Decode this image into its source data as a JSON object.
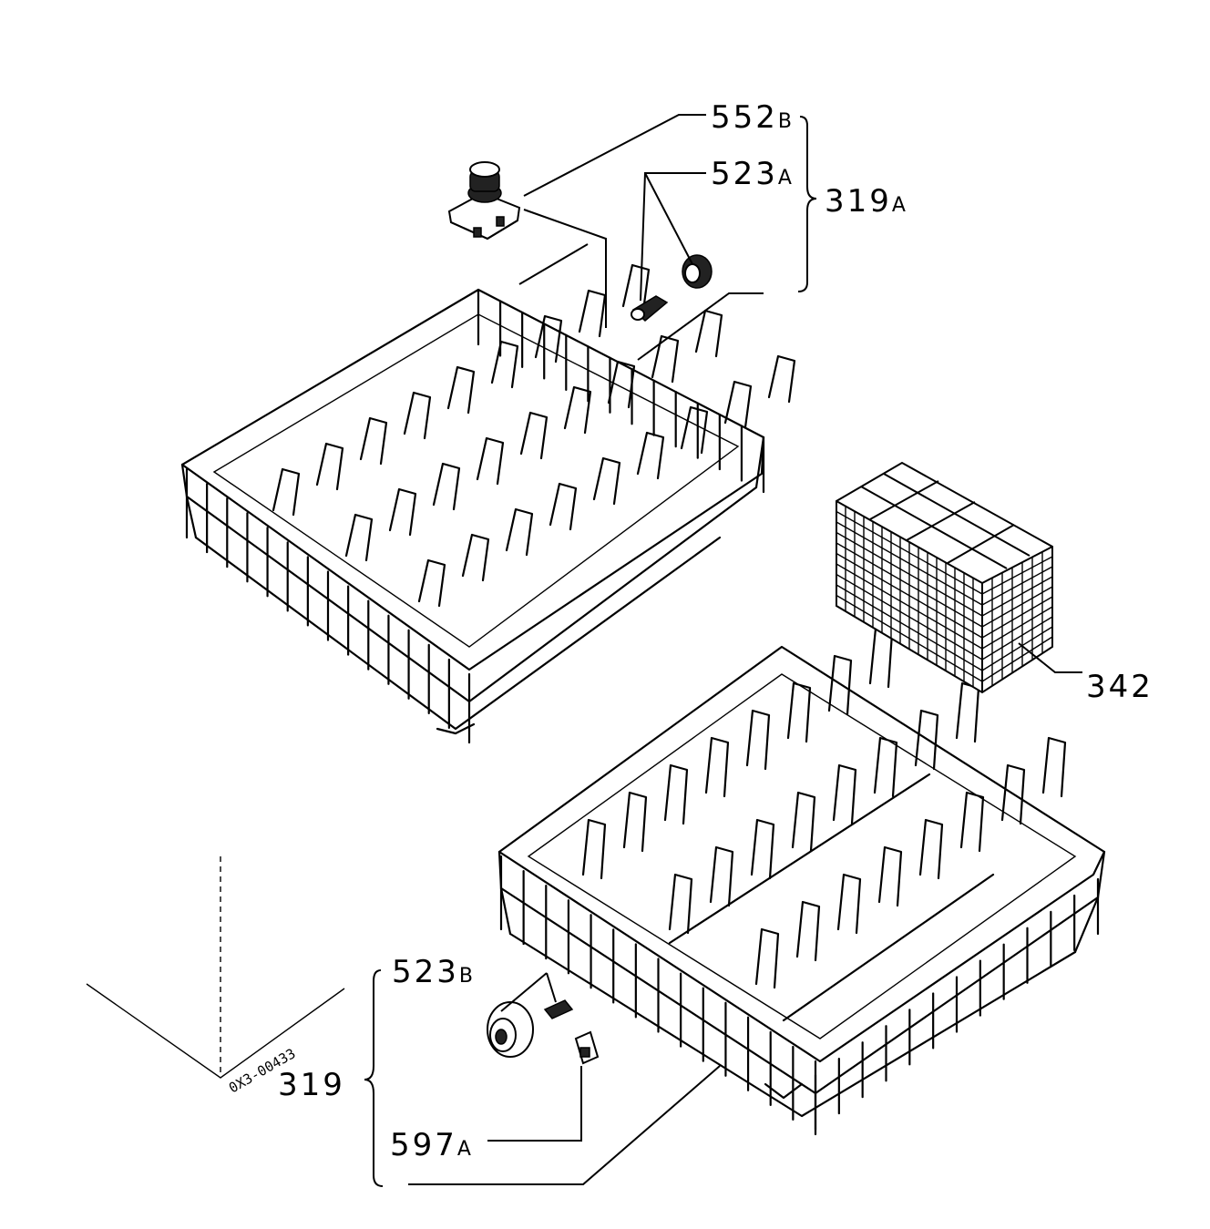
{
  "callouts": {
    "p552": {
      "num": "552",
      "suffix": "B"
    },
    "p523a": {
      "num": "523",
      "suffix": "A"
    },
    "p319a": {
      "num": "319",
      "suffix": "A"
    },
    "p342": {
      "num": "342",
      "suffix": ""
    },
    "p523b": {
      "num": "523",
      "suffix": "B"
    },
    "p319": {
      "num": "319",
      "suffix": ""
    },
    "p597": {
      "num": "597",
      "suffix": "A"
    }
  },
  "reference_code": "0X3-00433",
  "colors": {
    "ink": "#000000",
    "paper": "#ffffff"
  }
}
